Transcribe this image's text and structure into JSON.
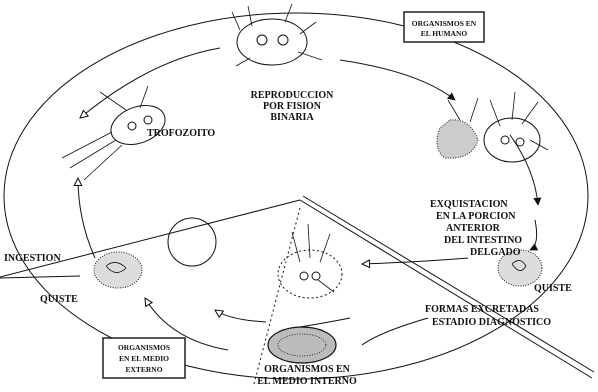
{
  "labels": {
    "trofozoito": "TROFOZOITO",
    "reproduccion": [
      "REPRODUCCION",
      "POR FISION",
      "BINARIA"
    ],
    "organismos_humano": [
      "ORGANISMOS EN",
      "EL HUMANO"
    ],
    "exquistacion": [
      "EXQUISTACION",
      "EN LA PORCION",
      "ANTERIOR",
      "DEL INTESTINO",
      "DELGADO"
    ],
    "quiste_right": "QUISTE",
    "formas_excretadas": [
      "FORMAS EXCRETADAS",
      "ESTADIO DIAGNOSTICO"
    ],
    "organismos_medio_interno": [
      "ORGANISMOS EN",
      "EL MEDIO INTERNO"
    ],
    "organismos_medio_externo": [
      "ORGANISMOS",
      "EN EL MEDIO",
      "EXTERNO"
    ],
    "ingestion": "INGESTION",
    "quiste_left": "QUISTE"
  }
}
